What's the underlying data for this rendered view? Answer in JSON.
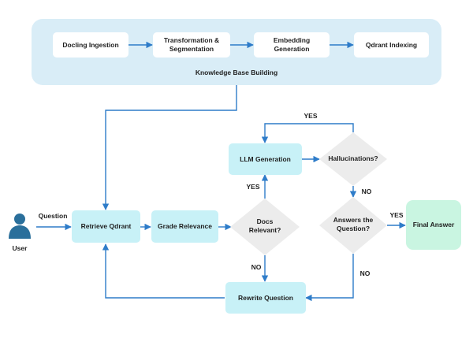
{
  "kb": {
    "title": "Knowledge Base Building",
    "steps": [
      "Docling Ingestion",
      "Transformation &\nSegmentation",
      "Embedding\nGeneration",
      "Qdrant Indexing"
    ]
  },
  "user": {
    "label": "User"
  },
  "edges": {
    "question": "Question",
    "yes": "YES",
    "no": "NO"
  },
  "nodes": {
    "retrieve": "Retrieve Qdrant",
    "grade": "Grade Relevance",
    "llm": "LLM Generation",
    "rewrite": "Rewrite Question",
    "final": "Final Answer"
  },
  "decisions": {
    "docs_relevant": "Docs\nRelevant?",
    "hallucinations": "Hallucinations?",
    "answers": "Answers the\nQuestion?"
  },
  "colors": {
    "arrow": "#2e7cc9",
    "node": "#c8f1f7",
    "final": "#c9f5e1",
    "panel": "#d9edf7",
    "diamond": "#ececec",
    "user": "#2a6f9b"
  }
}
